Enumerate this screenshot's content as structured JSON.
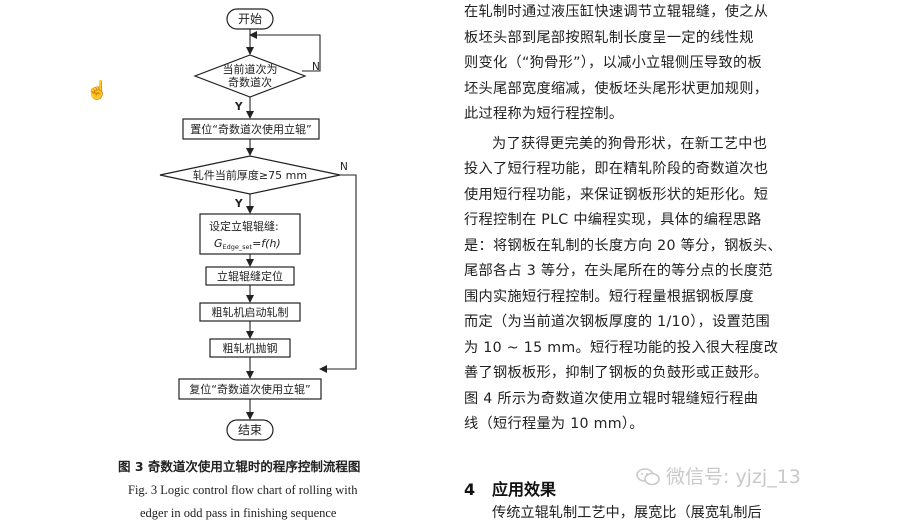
{
  "flowchart": {
    "start": "开始",
    "decision1": [
      "当前道次为",
      "奇数道次"
    ],
    "process1": "置位“奇数道次使用立辊”",
    "decision2": "轧件当前厚度≥75 mm",
    "process2_line1": "设定立辊辊缝:",
    "process2_line2_main": "G",
    "process2_line2_sub": "Edge_set",
    "process2_line2_rest": "=f(h)",
    "process3": "立辊辊缝定位",
    "process4": "粗轧机启动轧制",
    "process5": "粗轧机抛钢",
    "process6": "复位“奇数道次使用立辊”",
    "end": "结束",
    "yes": "Y",
    "no": "N"
  },
  "figure_caption": {
    "cn": "图 3   奇数道次使用立辊时的程序控制流程图",
    "en_line1": "Fig. 3    Logic control flow chart of rolling with",
    "en_line2": "edger in odd pass in finishing sequence"
  },
  "body_text": {
    "para1_lines": [
      "在轧制时通过液压缸快速调节立辊辊缝，使之从",
      "板坯头部到尾部按照轧制长度呈一定的线性规",
      "则变化（“狗骨形”），以减小立辊侧压导致的板",
      "坯头尾部宽度缩减，使板坯头尾形状更加规则，",
      "此过程称为短行程控制。"
    ],
    "para2_lines": [
      "为了获得更完美的狗骨形状，在新工艺中也",
      "投入了短行程功能，即在精轧阶段的奇数道次也",
      "使用短行程功能，来保证钢板形状的矩形化。短",
      "行程控制在 PLC 中编程实现，具体的编程思路",
      "是：将钢板在轧制的长度方向 20 等分，钢板头、",
      "尾部各占 3 等分，在头尾所在的等分点的长度范",
      "围内实施短行程控制。短行程量根据钢板厚度",
      "而定（为当前道次钢板厚度的 1/10），设置范围",
      "为 10 ~ 15 mm。短行程功能的投入很大程度改",
      "善了钢板板形，抑制了钢板的负鼓形或正鼓形。",
      "图 4 所示为奇数道次使用立辊时辊缝短行程曲",
      "线（短行程量为 10 mm）。"
    ],
    "section_number": "4",
    "section_title": "应用效果",
    "last_line": "传统立辊轧制工艺中，展宽比（展宽轧制后"
  },
  "watermark": {
    "text": "微信号: yjzj_13"
  }
}
